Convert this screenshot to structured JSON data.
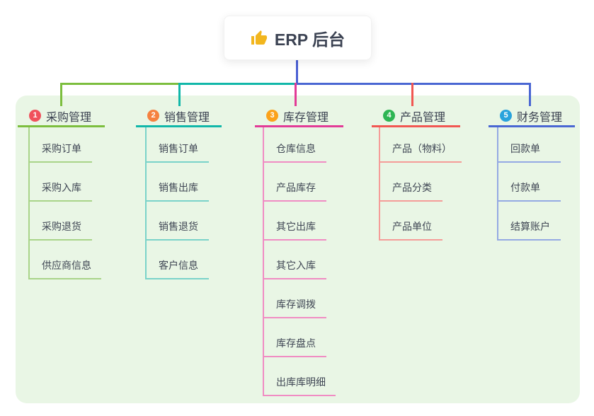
{
  "root": {
    "title": "ERP 后台",
    "icon": "thumbs-up",
    "icon_color": "#f2b61e",
    "stem_color": "#4a5fd3"
  },
  "branches": [
    {
      "num": "1",
      "title": "采购管理",
      "badge_color": "#f0515c",
      "line_color": "#7cbe3e",
      "tint_color": "#a9d489",
      "children": [
        "采购订单",
        "采购入库",
        "采购退货",
        "供应商信息"
      ]
    },
    {
      "num": "2",
      "title": "销售管理",
      "badge_color": "#f5813f",
      "line_color": "#11b7a9",
      "tint_color": "#7ad3c9",
      "children": [
        "销售订单",
        "销售出库",
        "销售退货",
        "客户信息"
      ]
    },
    {
      "num": "3",
      "title": "库存管理",
      "badge_color": "#fba21b",
      "line_color": "#e23b97",
      "tint_color": "#f08cc3",
      "children": [
        "仓库信息",
        "产品库存",
        "其它出库",
        "其它入库",
        "库存调拨",
        "库存盘点",
        "出库库明细"
      ]
    },
    {
      "num": "4",
      "title": "产品管理",
      "badge_color": "#2eb553",
      "line_color": "#f15752",
      "tint_color": "#f59c98",
      "children": [
        "产品（物料）",
        "产品分类",
        "产品单位"
      ]
    },
    {
      "num": "5",
      "title": "财务管理",
      "badge_color": "#29a3dc",
      "line_color": "#4a67d3",
      "tint_color": "#94a9e3",
      "children": [
        "回款单",
        "付款单",
        "结算账户"
      ]
    }
  ]
}
